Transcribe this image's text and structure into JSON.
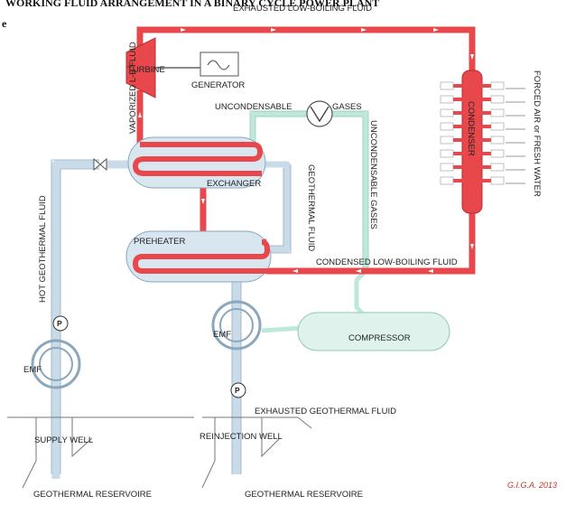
{
  "header": {
    "line1": "WORKING FLUID ARRANGEMENT IN A BINARY CYCLE POWER PLANT",
    "line2": "e"
  },
  "labels": {
    "exhausted_low_boiling": "EXHAUSTED LOW-BOILING FLUID",
    "turbine": "TURBINE",
    "generator": "GENERATOR",
    "vaporized": "VAPORIZED L-B FLUID",
    "uncondensable": "UNCONDENSABLE",
    "gases": "GASES",
    "uncondensable_gases": "UNCONDENSABLE GASES",
    "exchanger": "EXCHANGER",
    "geothermal_fluid": "GEOTHERMAL FLUID",
    "preheater": "PREHEATER",
    "condensed": "CONDENSED LOW-BOILING FLUID",
    "condenser": "CONDENSER",
    "forced_air": "FORCED AIR or FRESH WATER",
    "hot_geothermal": "HOT GEOTHERMAL FLUID",
    "pump_p1": "P",
    "pump_p2": "P",
    "emf_left": "EMF",
    "emf_right": "EMF",
    "compressor": "COMPRESSOR",
    "exhausted_geothermal": "EXHAUSTED GEOTHERMAL FLUID",
    "supply_well": "SUPPLY WELL",
    "reinjection_well": "REINJECTION WELL",
    "reservoir_left": "GEOTHERMAL RESERVOIRE",
    "reservoir_right": "GEOTHERMAL RESERVOIRE",
    "credit": "G.I.G.A. 2013"
  },
  "colors": {
    "working_fluid": "#e8474b",
    "geothermal": "#c9dbe8",
    "gas": "#bfe8dc",
    "vessel": "#d8e6f0",
    "credit": "#c0392b"
  }
}
